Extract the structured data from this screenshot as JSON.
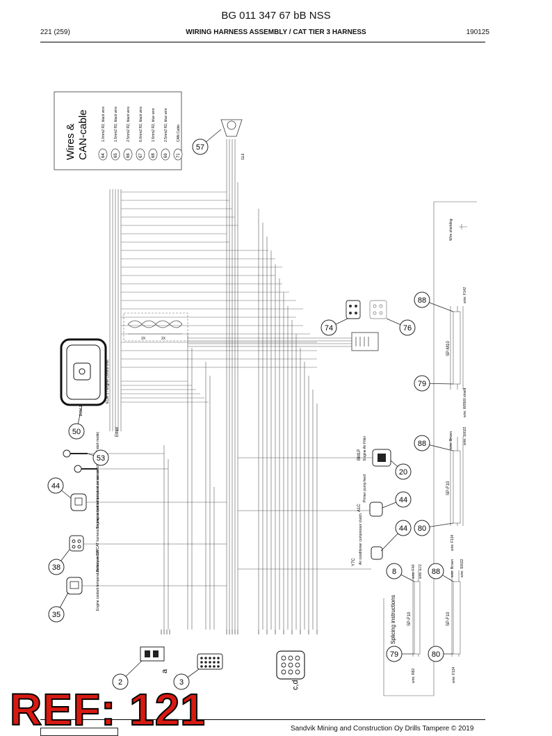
{
  "header": {
    "doc_id": "BG 011 347 67 bB NSS",
    "page": "221 (259)",
    "section": "WIRING HARNESS ASSEMBLY / CAT TIER 3 HARNESS",
    "date": "190125"
  },
  "legend": {
    "title_line1": "Wires &",
    "title_line2": "CAN-cable",
    "items": [
      {
        "num": "64",
        "label": "1.0mm2 R2, black wire"
      },
      {
        "num": "65",
        "label": "1.5mm2 R2, black wire"
      },
      {
        "num": "66",
        "label": "2.5mm2 R2, black wire"
      },
      {
        "num": "67",
        "label": "6.0mm2 R2, black wire"
      },
      {
        "num": "68",
        "label": "1.5mm2 R2, blue wire"
      },
      {
        "num": "69",
        "label": "2.5mm2 R2, blue wire"
      },
      {
        "num": "71",
        "label": "CAN Cable"
      }
    ]
  },
  "callouts": [
    {
      "id": "57",
      "label": "57"
    },
    {
      "id": "88a",
      "label": "88"
    },
    {
      "id": "74",
      "label": "74"
    },
    {
      "id": "76",
      "label": "76"
    },
    {
      "id": "79a",
      "label": "79"
    },
    {
      "id": "50",
      "label": "50"
    },
    {
      "id": "88b",
      "label": "88"
    },
    {
      "id": "53",
      "label": "53"
    },
    {
      "id": "20",
      "label": "20"
    },
    {
      "id": "44a",
      "label": "44"
    },
    {
      "id": "44b",
      "label": "44"
    },
    {
      "id": "44c",
      "label": "44"
    },
    {
      "id": "80a",
      "label": "80"
    },
    {
      "id": "38",
      "label": "38"
    },
    {
      "id": "8",
      "label": "8"
    },
    {
      "id": "88c",
      "label": "88"
    },
    {
      "id": "35",
      "label": "35"
    },
    {
      "id": "79b",
      "label": "79"
    },
    {
      "id": "80b",
      "label": "80"
    },
    {
      "id": "2",
      "label": "2"
    },
    {
      "id": "3",
      "label": "3"
    }
  ],
  "labels": {
    "ecm": "ECM 1 / Engine Control Unit",
    "ecm_ref": "ECM 1",
    "ether": "Ether",
    "bm1p": "BM1P",
    "engine_air_filter": "Engine Air Filter",
    "a1c": "A1C",
    "primer_pump": "Primer pump feed",
    "y7c": "Y7C",
    "air_cond": "Air conditioner compressor clutch",
    "coolant_temp_1": "Engine coolant temperature sensor switch (for cold start mode)",
    "coolant_temp_2": "Battery switch CAT harness for engine coolant temperature sensor",
    "coolant_temp_3": "Engine coolant temperature sensor CAT",
    "wire_shielding": "Wire shielding",
    "splicing": "Splicing instructions",
    "wire_f142": "wire: F142",
    "wire_w0500": "wire: W0500 shield",
    "wire_brown_1": "wire: Brown",
    "wire_s0022_1": "wire: S0022",
    "wire_f134_1": "wire: F134",
    "wire_f40": "wire: F40",
    "wire_e72": "wire: E72",
    "wire_r82": "wire: R82",
    "wire_brown_2": "wire: Brown",
    "wire_s0022_2": "wire: S0022",
    "wire_f134_2": "wire: F134",
    "sp_m10": "SP-M10",
    "sp_f10a": "SP-F10",
    "sp_f10b": "SP-F10",
    "sp_f10c": "SP-F10",
    "conn_a": "a",
    "conn_cd": "c,d",
    "gl6": "GL6",
    "dim_a": "2X",
    "dim_b": "2X"
  },
  "footer": {
    "ref": "REF: 121",
    "copyright": "Sandvik Mining and Construction Oy Drills Tampere © 2019"
  }
}
